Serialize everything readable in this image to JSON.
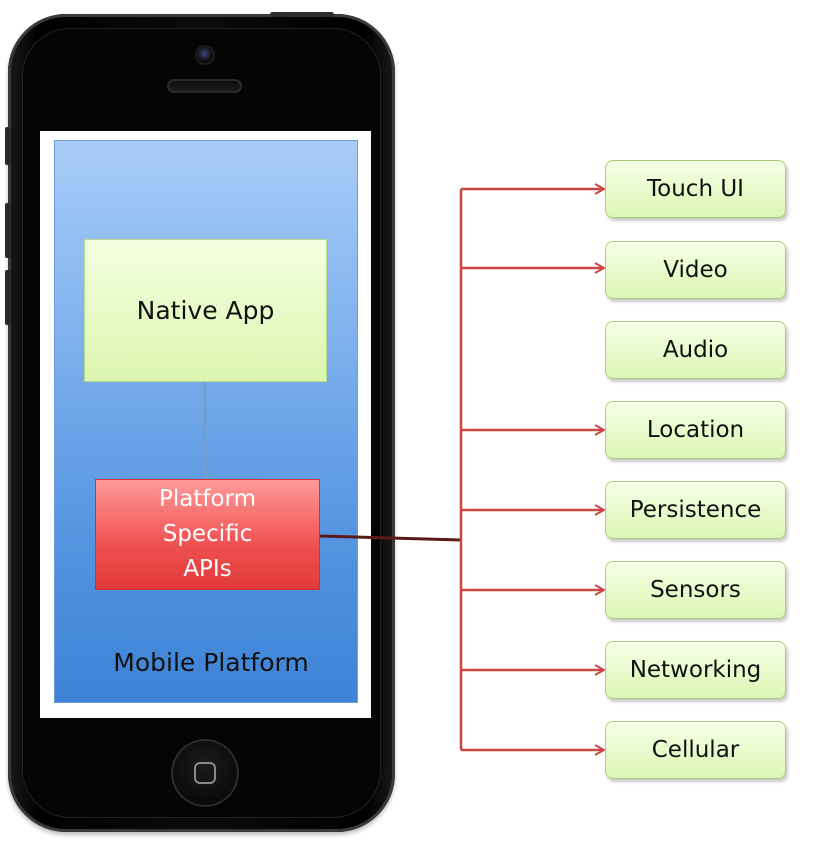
{
  "native_app": "Native App",
  "platform_api": {
    "line1": "Platform",
    "line2": "Specific",
    "line3": "APIs"
  },
  "mobile_platform": "Mobile Platform",
  "capabilities": [
    "Touch UI",
    "Video",
    "Audio",
    "Location",
    "Persistence",
    "Sensors",
    "Networking",
    "Cellular"
  ],
  "colors": {
    "connector": "#cc4444",
    "api_box": "#f05050",
    "capability_box": "#dcf6b4",
    "platform": "#5595e0"
  }
}
